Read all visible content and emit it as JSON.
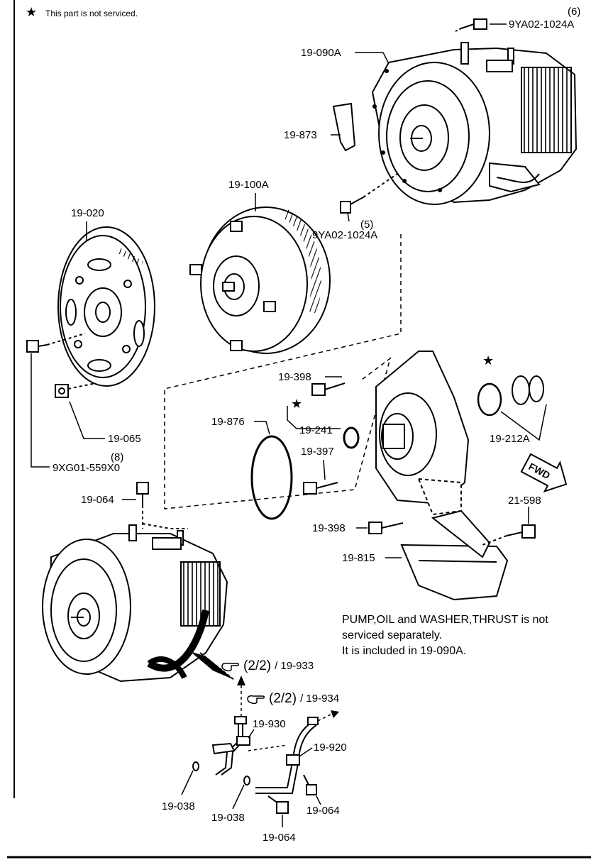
{
  "legend": {
    "star": "★",
    "text": "This part is not serviced."
  },
  "parts": {
    "p6_qty": "(6)",
    "p6": "9YA02-1024A",
    "p19_090A": "19-090A",
    "p19_873": "19-873",
    "p19_100A": "19-100A",
    "p19_020": "19-020",
    "p5_qty": "(5)",
    "p5": "9YA02-1024A",
    "p19_398a": "19-398",
    "p19_241": "19-241",
    "p19_876": "19-876",
    "p19_065": "19-065",
    "p8_qty": "(8)",
    "p8": "9XG01-559X0",
    "p19_397": "19-397",
    "p19_212A": "19-212A",
    "p19_064a": "19-064",
    "p21_598": "21-598",
    "p19_398b": "19-398",
    "p19_815": "19-815",
    "p19_930": "19-930",
    "p19_920": "19-920",
    "p19_038a": "19-038",
    "p19_038b": "19-038",
    "p19_064b": "19-064",
    "p19_064c": "19-064"
  },
  "links": {
    "l1_page": "(2/2)",
    "l1_part": "/ 19-933",
    "l2_page": "(2/2)",
    "l2_part": "/ 19-934"
  },
  "fwd": "FWD",
  "note": {
    "line1": "PUMP,OIL and WASHER,THRUST is not",
    "line2": "serviced separately.",
    "line3": "It is included in 19-090A."
  }
}
